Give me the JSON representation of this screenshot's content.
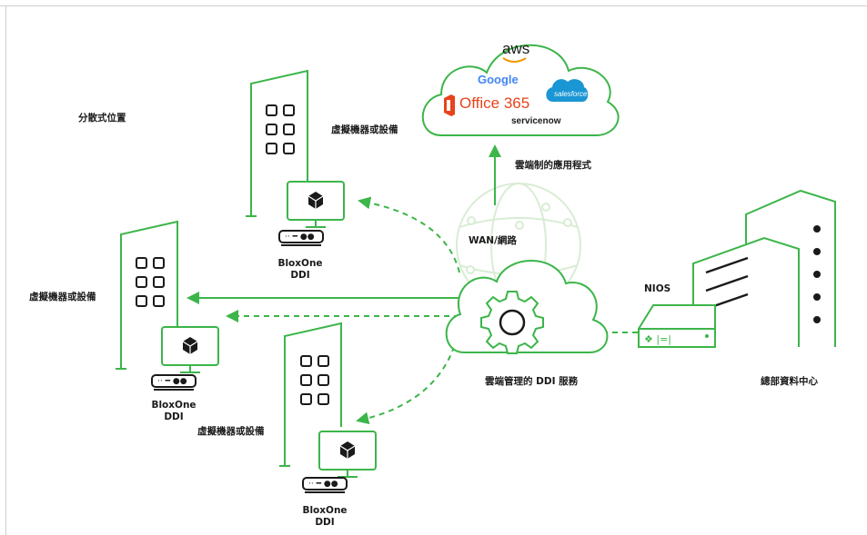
{
  "labels": {
    "distributed": "分散式位置",
    "vm_top": "虛擬機器或設備",
    "vm_left": "虛擬機器或設備",
    "vm_bottom": "虛擬機器或設備",
    "cloud_apps": "雲端制的應用程式",
    "wan": "WAN/網路",
    "nios": "NIOS",
    "cloud_ddi": "雲端管理的 DDI 服務",
    "hq": "總部資料中心",
    "bloxone_top_1": "BloxOne",
    "bloxone_top_2": "DDI",
    "bloxone_left_1": "BloxOne",
    "bloxone_left_2": "DDI",
    "bloxone_bottom_1": "BloxOne",
    "bloxone_bottom_2": "DDI"
  },
  "cloud_logos": {
    "aws": "aws",
    "google": "Google",
    "office": "Office 365",
    "salesforce": "salesforce",
    "servicenow": "servicenow"
  },
  "colors": {
    "green": "#3cb54a",
    "light_green": "#d9ecd5",
    "text": "#1a1a1a",
    "office_red": "#e8431b",
    "google_blue": "#4285f4",
    "salesforce_blue": "#1b96d4"
  },
  "icons": [
    "building-icon",
    "computer-icon",
    "cube-icon",
    "router-icon",
    "cloud-icon",
    "gear-icon",
    "globe-icon",
    "server-appliance-icon",
    "datacenter-icon"
  ]
}
